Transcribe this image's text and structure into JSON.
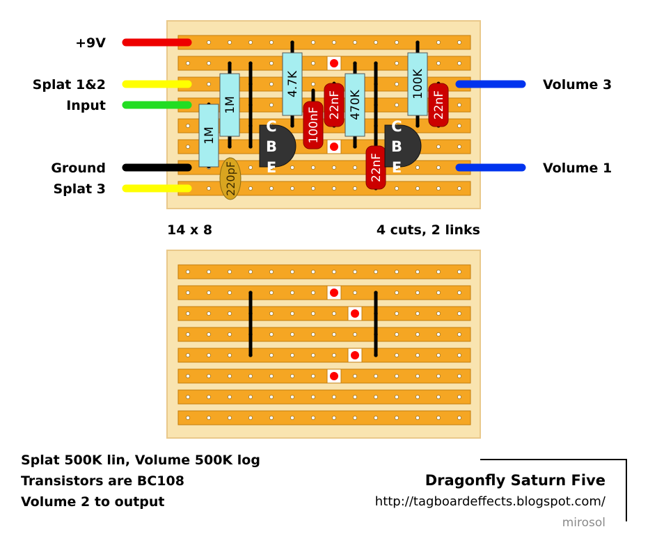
{
  "wire_labels": {
    "pos9v": "+9V",
    "splat12": "Splat 1&2",
    "input": "Input",
    "ground": "Ground",
    "splat3": "Splat 3",
    "volume3": "Volume 3",
    "volume1": "Volume 1"
  },
  "board_info": {
    "size": "14 x 8",
    "summary": "4 cuts, 2 links"
  },
  "components": {
    "r1": "1M",
    "r2": "1M",
    "r3": "4.7K",
    "r4": "470K",
    "r5": "100K",
    "c1": "220pF",
    "c2": "100nF",
    "c3": "22nF",
    "c4": "22nF",
    "c5": "22nF",
    "q1_c": "C",
    "q1_b": "B",
    "q1_e": "E",
    "q2_c": "C",
    "q2_b": "B",
    "q2_e": "E"
  },
  "notes": {
    "line1": "Splat 500K lin, Volume 500K log",
    "line2": "Transistors are BC108",
    "line3": "Volume 2 to output"
  },
  "credits": {
    "title": "Dragonfly Saturn Five",
    "url": "http://tagboardeffects.blogspot.com/",
    "author": "mirosol"
  },
  "colors": {
    "board": "#f9e4b0",
    "strip": "#f5a623",
    "wire_red": "#ee0000",
    "wire_yellow": "#ffff00",
    "wire_green": "#22dd22",
    "wire_black": "#000000",
    "wire_blue": "#0033ee",
    "resistor": "#a6eef0",
    "capacitor": "#cc0000",
    "ceramic": "#d9a520",
    "transistor": "#333333",
    "cut": "#ff0000"
  }
}
